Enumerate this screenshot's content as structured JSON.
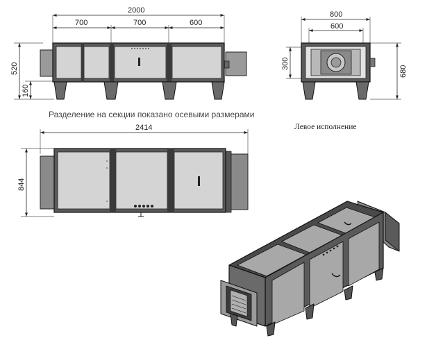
{
  "front_view": {
    "total_width": "2000",
    "section_1": "700",
    "section_2": "700",
    "section_3": "600",
    "height": "520",
    "leg_height": "160"
  },
  "side_view": {
    "outer_width": "800",
    "inner_width": "600",
    "opening_height": "300",
    "height": "680"
  },
  "top_view": {
    "total_width": "2414",
    "depth": "844"
  },
  "note": "Разделение на секции показано осевыми размерами",
  "caption": "Левое исполнение"
}
